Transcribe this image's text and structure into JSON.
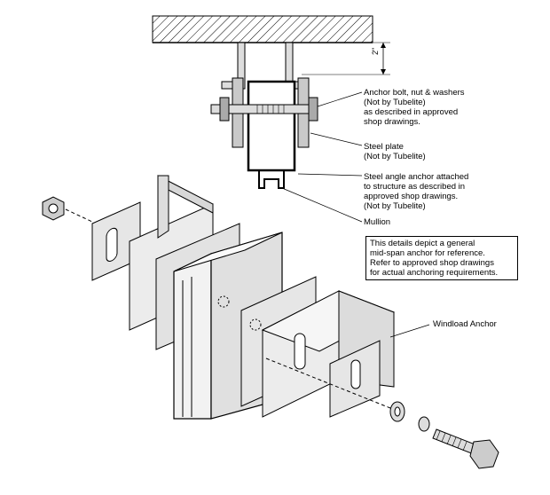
{
  "dimension": "2\"",
  "callouts": {
    "anchor_bolt": [
      "Anchor bolt, nut & washers",
      "(Not by Tubelite)",
      "as described in approved",
      "shop drawings."
    ],
    "steel_plate": [
      "Steel plate",
      "(Not by Tubelite)"
    ],
    "steel_angle": [
      "Steel angle anchor attached",
      "to structure as described in",
      "approved shop drawings.",
      "(Not by Tubelite)"
    ],
    "mullion": [
      "Mullion"
    ],
    "windload": [
      "Windload Anchor"
    ]
  },
  "note": [
    "This details depict a general",
    "mid-span anchor for reference.",
    "Refer to approved shop drawings",
    "for actual anchoring requirements."
  ],
  "colors": {
    "line": "#000000",
    "plate": "#e6e6e6",
    "plate_dark": "#c9c9c9",
    "metal": "#d4d4d4"
  }
}
